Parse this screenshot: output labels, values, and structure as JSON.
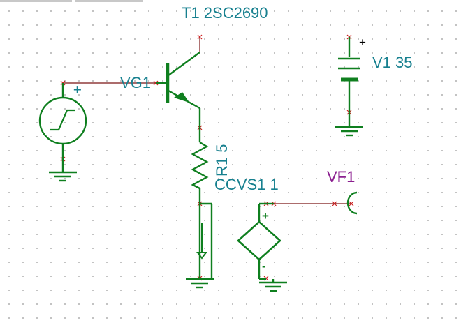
{
  "components": {
    "transistor": {
      "label": "T1 2SC2690"
    },
    "dc_source": {
      "label": "V1 35",
      "plus_mark": "+"
    },
    "generator": {
      "label": "VG1",
      "plus_mark": "+"
    },
    "resistor": {
      "label": "R1 5"
    },
    "ccvs": {
      "label": "CCVS1 1",
      "plus_mark": "+",
      "minus_mark": "-"
    },
    "voltmeter": {
      "label": "VF1"
    }
  },
  "colors": {
    "component": "#0f7f1f",
    "wire": "#7a1414",
    "node_marker": "#cc2222",
    "label_teal": "#17808f",
    "label_purple": "#8b1f8f",
    "grid_dot": "#b4b4b4"
  }
}
